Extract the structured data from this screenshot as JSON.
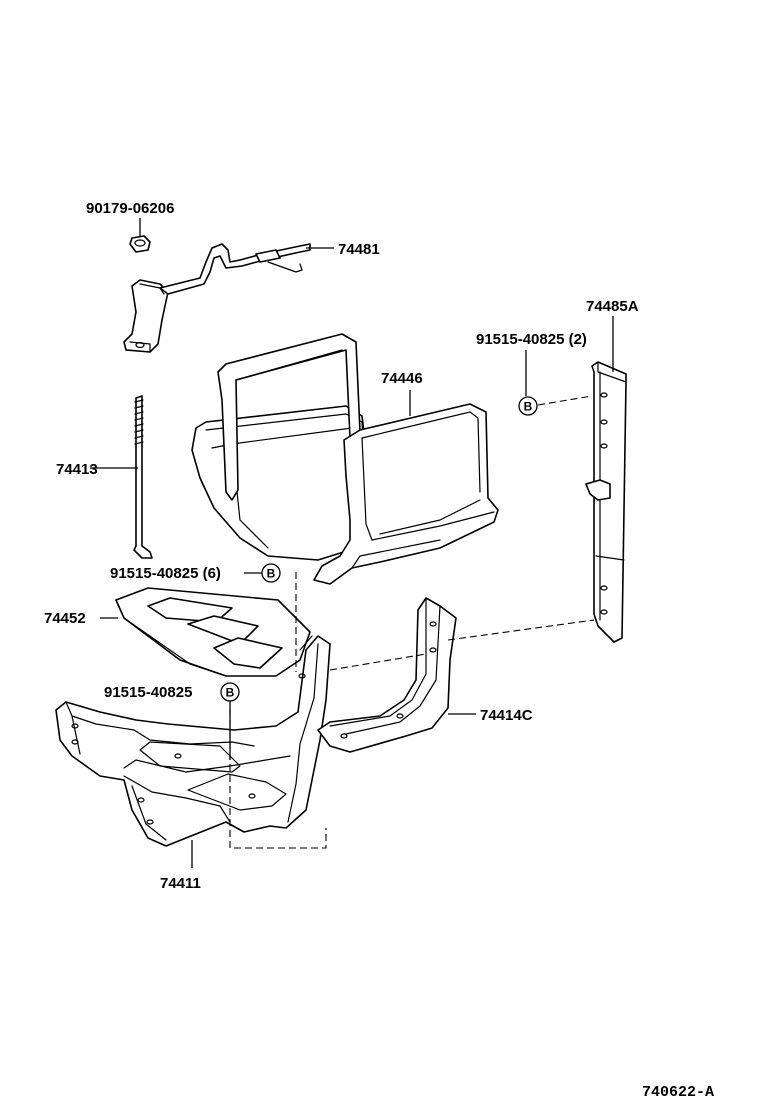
{
  "labels": {
    "nut": "90179-06206",
    "clamp": "74481",
    "rod": "74413",
    "tray": "74446",
    "bracket_b": "74485A",
    "bolt_2": "91515-40825 (2)",
    "bolt_6": "91515-40825 (6)",
    "plate": "74452",
    "bolt_single": "91515-40825",
    "bracket_c": "74414C",
    "carrier": "74411"
  },
  "marker_letter": "B",
  "figure_ref": "740622-A"
}
